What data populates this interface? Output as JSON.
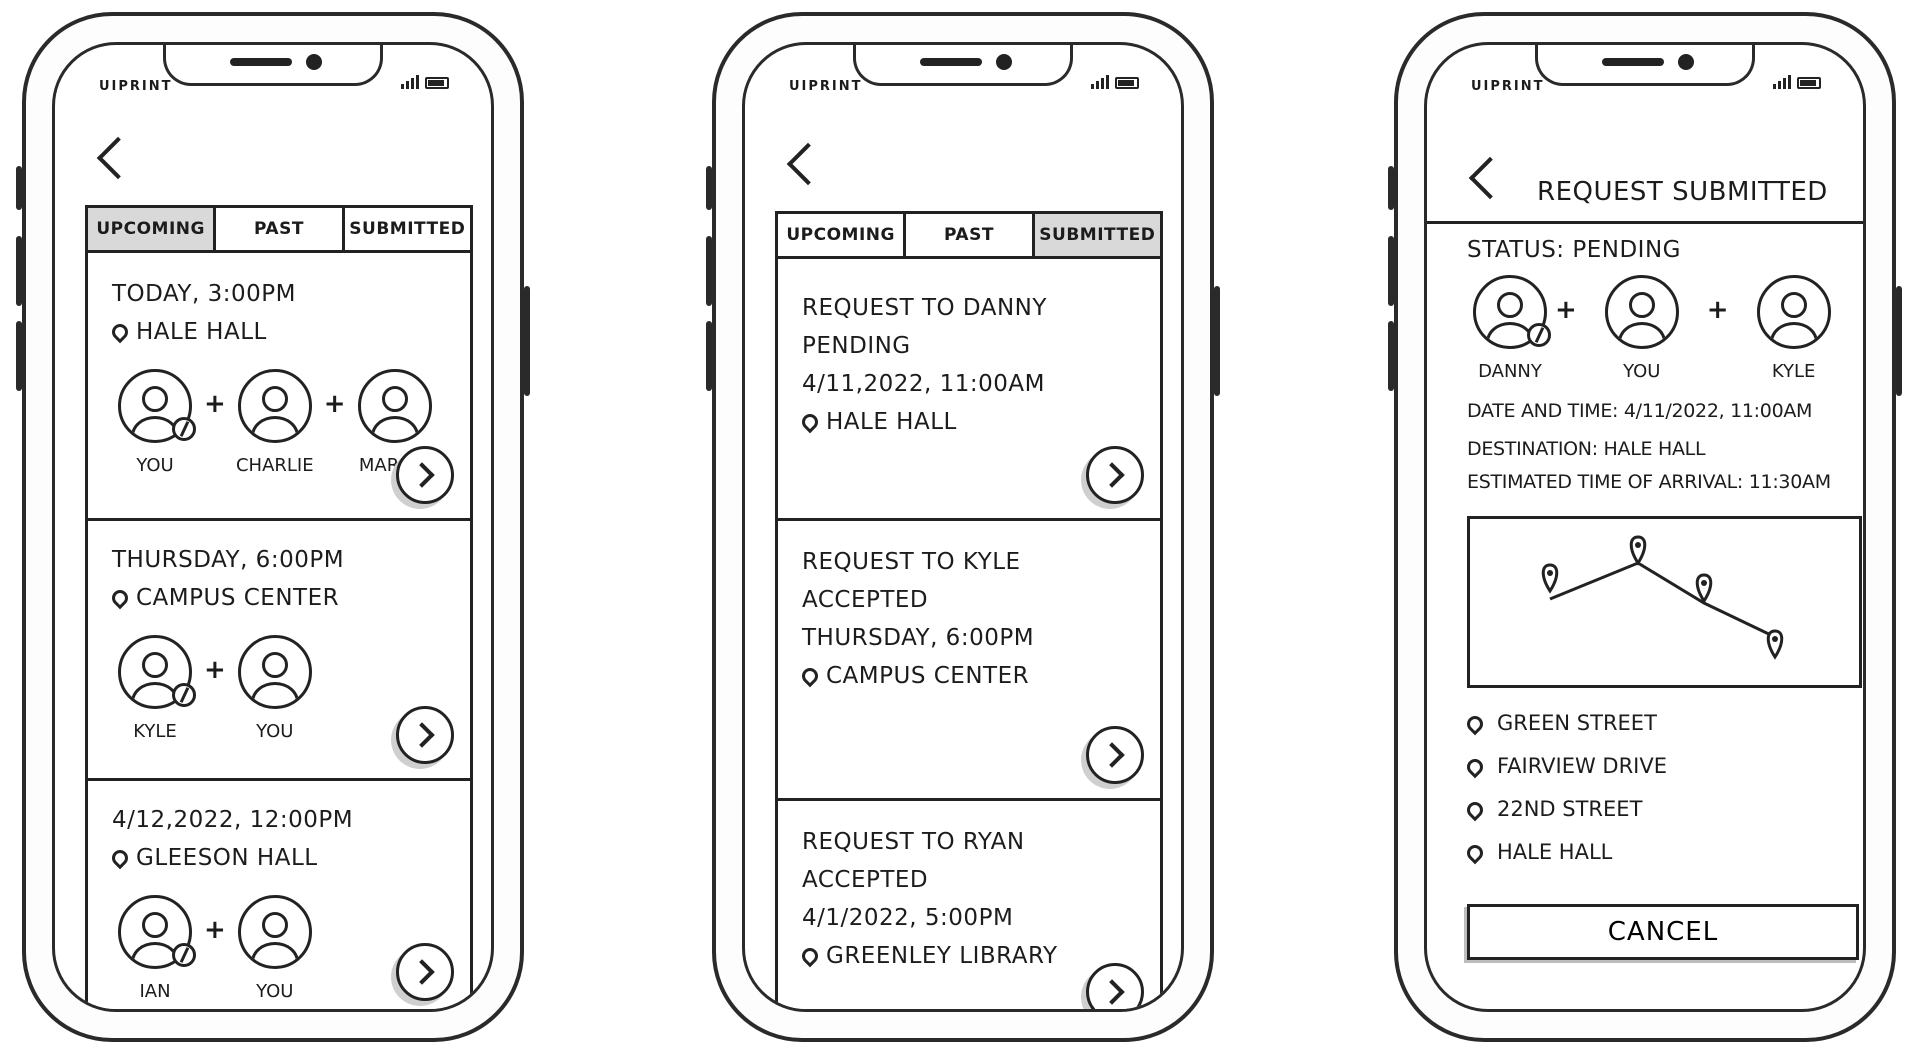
{
  "brand": "UIPRINT",
  "tabs": [
    "UPCOMING",
    "PAST",
    "SUBMITTED"
  ],
  "upcoming": {
    "cards": [
      {
        "time": "TODAY, 3:00PM",
        "location": "HALE HALL",
        "people": [
          "YOU",
          "CHARLIE",
          "MARINA"
        ]
      },
      {
        "time": "THURSDAY, 6:00PM",
        "location": "CAMPUS CENTER",
        "people": [
          "KYLE",
          "YOU"
        ]
      },
      {
        "time": "4/12,2022, 12:00PM",
        "location": "GLEESON HALL",
        "people": [
          "IAN",
          "YOU"
        ]
      }
    ]
  },
  "submitted": {
    "cards": [
      {
        "title": "REQUEST TO DANNY",
        "status": "PENDING",
        "time": "4/11,2022, 11:00AM",
        "location": "HALE HALL"
      },
      {
        "title": "REQUEST TO KYLE",
        "status": "ACCEPTED",
        "time": "THURSDAY, 6:00PM",
        "location": "CAMPUS CENTER"
      },
      {
        "title": "REQUEST TO RYAN",
        "status": "ACCEPTED",
        "time": "4/1/2022, 5:00PM",
        "location": "GREENLEY LIBRARY"
      }
    ]
  },
  "detail": {
    "title": "REQUEST SUBMITTED",
    "status": "STATUS: PENDING",
    "people": [
      "DANNY",
      "YOU",
      "KYLE"
    ],
    "date_time": "DATE AND TIME: 4/11/2022, 11:00AM",
    "destination": "DESTINATION: HALE HALL",
    "eta": "ESTIMATED TIME OF ARRIVAL: 11:30AM",
    "stops": [
      "GREEN STREET",
      "FAIRVIEW DRIVE",
      "22ND STREET",
      "HALE HALL"
    ],
    "cancel_label": "CANCEL"
  }
}
